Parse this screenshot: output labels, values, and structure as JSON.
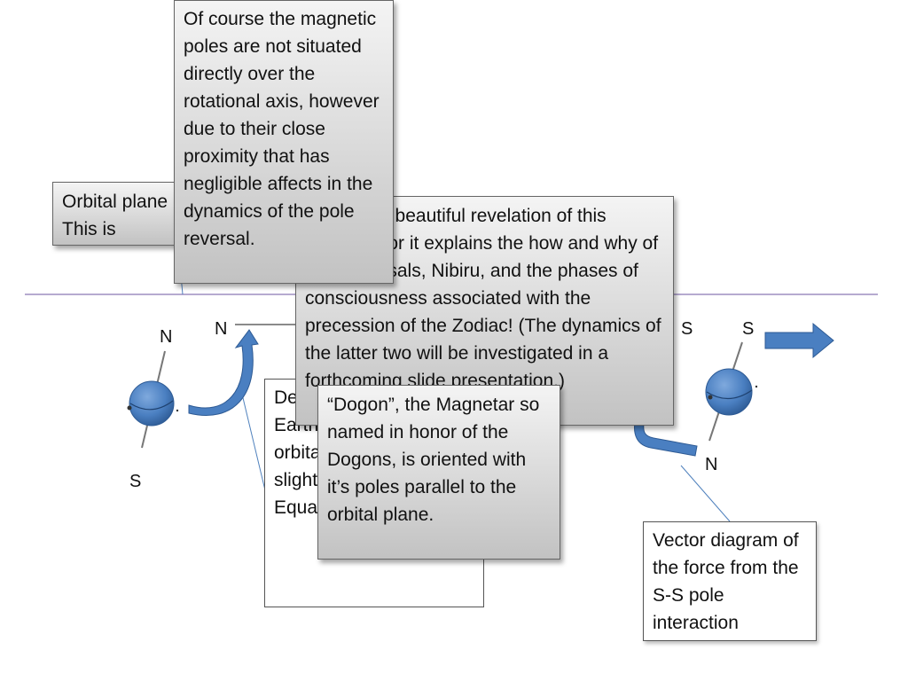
{
  "boxes": {
    "orbital_plane": "Orbital plane (disc).  This is",
    "magnetic_poles": "Of course the magnetic poles are not situated directly over the rotational axis, however due to their close proximity that has negligible affects in the dynamics of the pole reversal.",
    "revelation": "This is the beautiful revelation of this diagram, for it explains the how and why of pole reversals, Nibiru, and the phases of consciousness associated with the precession of the Zodiac!  (The dynamics of the latter two will be investigated in a forthcoming slide presentation.)",
    "declination": "Declination −10° … Earth’s … arcmin … orbital … which … slightly above the Equator.",
    "dogon": "“Dogon”, the Magnetar so named in honor of the Dogons, is oriented with it’s poles parallel to the orbital plane.",
    "vector": "Vector diagram of the force from the S-S pole interaction"
  },
  "labels": {
    "left_north": "N",
    "left_south": "S",
    "magnetar_north": "N",
    "s_label_1": "S",
    "s_label_2": "S",
    "right_north": "N"
  },
  "colors": {
    "planet_fill": "#4a7fc1",
    "arrow_fill": "#4a7fc1",
    "orbital_line": "#8a77b5",
    "callout_line": "#4f81bd"
  }
}
